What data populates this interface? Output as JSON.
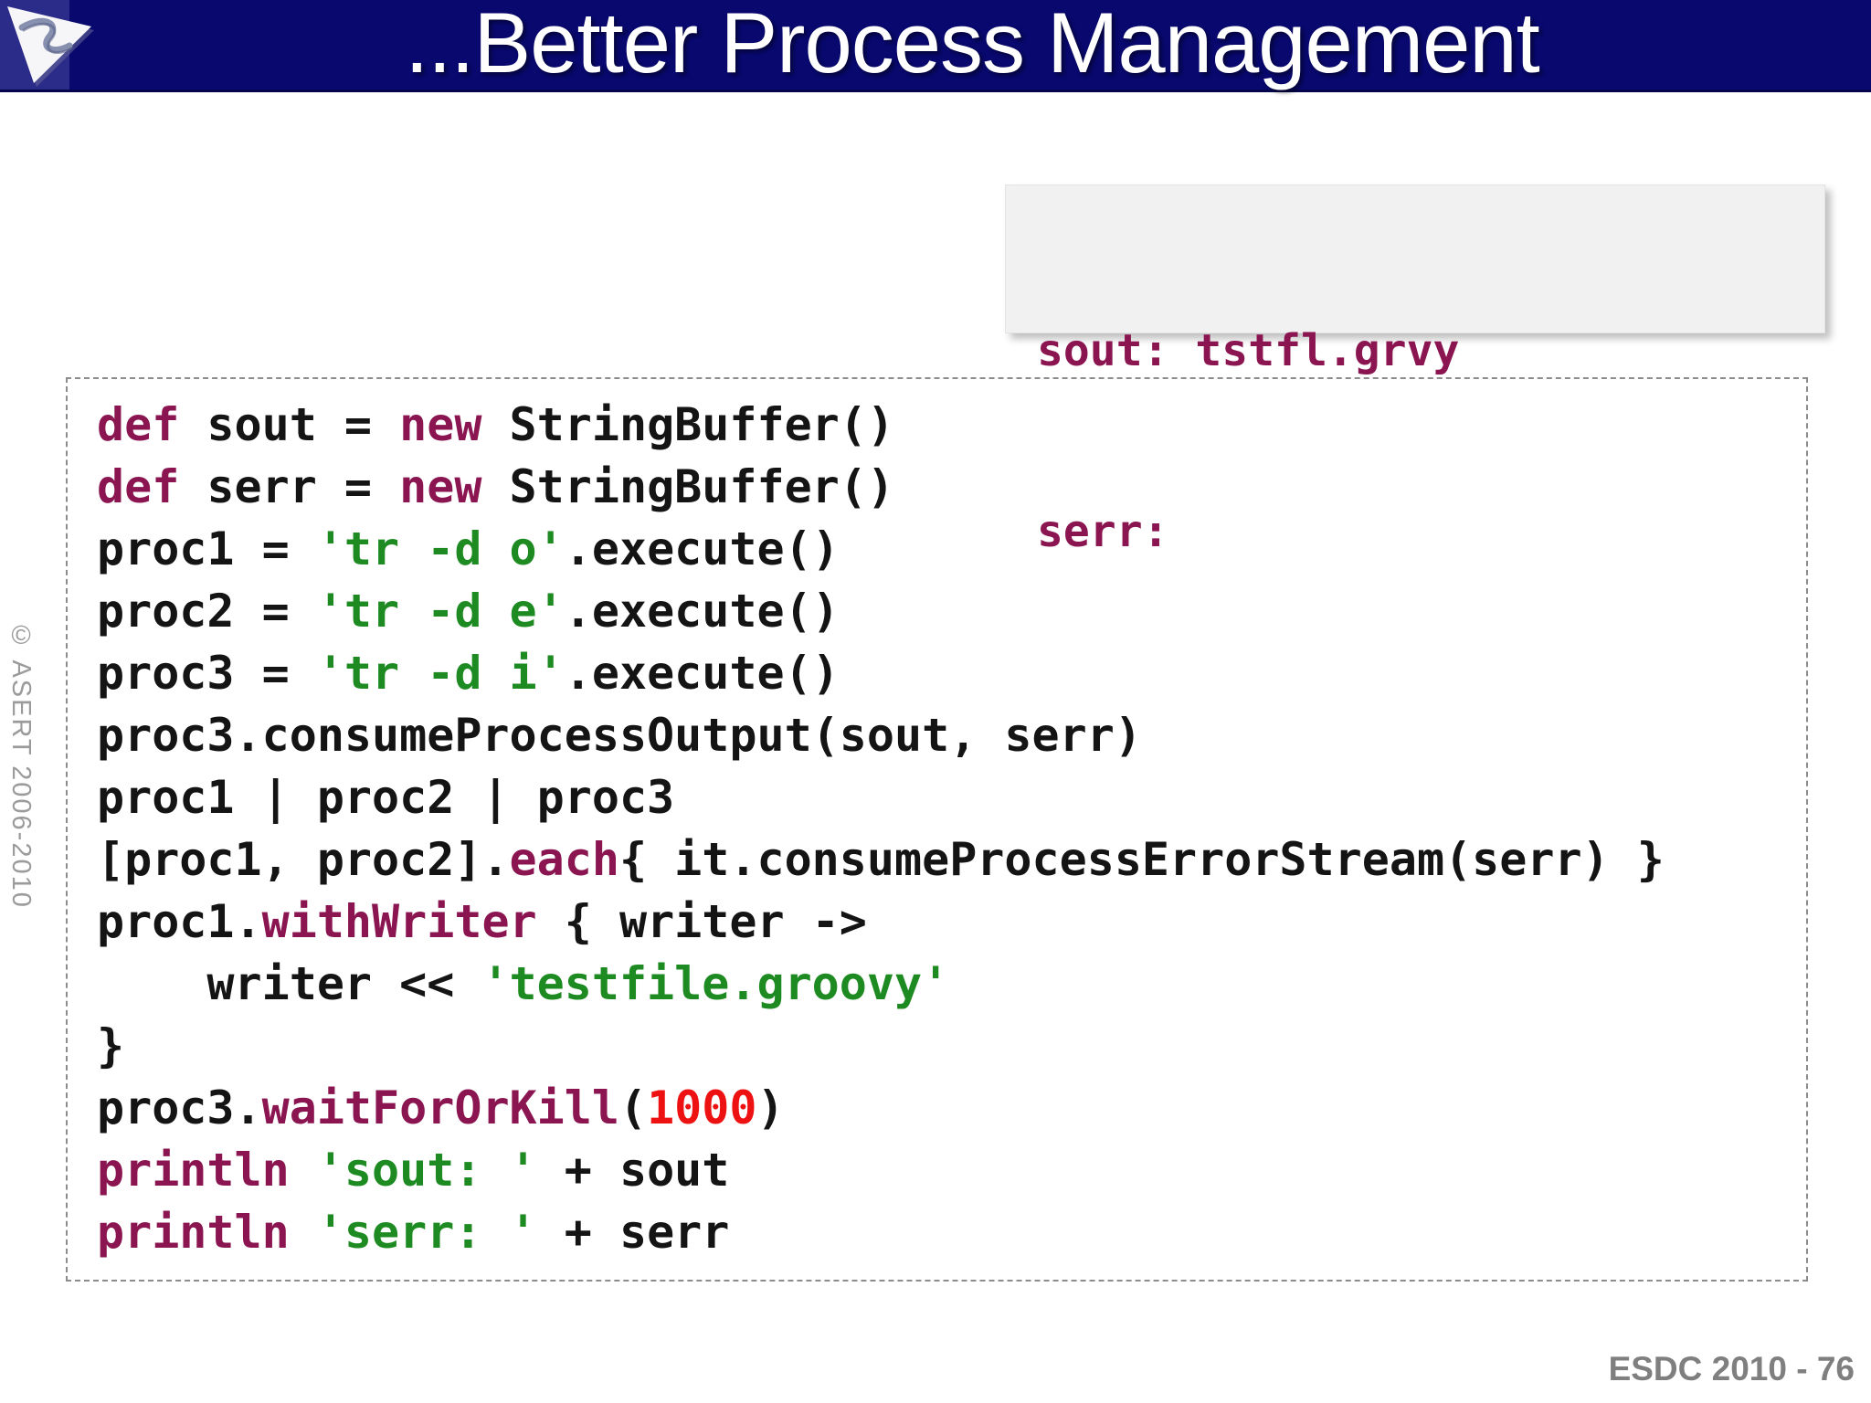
{
  "header": {
    "title": "...Better Process Management",
    "logo": "asert-logo"
  },
  "output_box": {
    "lines": [
      "sout: tstfl.grvy",
      "serr:"
    ]
  },
  "code": {
    "lines": [
      [
        [
          "kw",
          "def"
        ],
        [
          "pl",
          " sout = "
        ],
        [
          "kw",
          "new"
        ],
        [
          "pl",
          " StringBuffer()"
        ]
      ],
      [
        [
          "kw",
          "def"
        ],
        [
          "pl",
          " serr = "
        ],
        [
          "kw",
          "new"
        ],
        [
          "pl",
          " StringBuffer()"
        ]
      ],
      [
        [
          "pl",
          "proc1 = "
        ],
        [
          "str",
          "'tr -d o'"
        ],
        [
          "pl",
          ".execute()"
        ]
      ],
      [
        [
          "pl",
          "proc2 = "
        ],
        [
          "str",
          "'tr -d e'"
        ],
        [
          "pl",
          ".execute()"
        ]
      ],
      [
        [
          "pl",
          "proc3 = "
        ],
        [
          "str",
          "'tr -d i'"
        ],
        [
          "pl",
          ".execute()"
        ]
      ],
      [
        [
          "pl",
          "proc3.consumeProcessOutput(sout, serr)"
        ]
      ],
      [
        [
          "pl",
          "proc1 | proc2 | proc3"
        ]
      ],
      [
        [
          "pl",
          "[proc1, proc2]."
        ],
        [
          "kw",
          "each"
        ],
        [
          "pl",
          "{ it.consumeProcessErrorStream(serr) }"
        ]
      ],
      [
        [
          "pl",
          "proc1."
        ],
        [
          "kw",
          "withWriter"
        ],
        [
          "pl",
          " { writer ->"
        ]
      ],
      [
        [
          "pl",
          "    writer << "
        ],
        [
          "str",
          "'testfile.groovy'"
        ]
      ],
      [
        [
          "pl",
          "}"
        ]
      ],
      [
        [
          "pl",
          "proc3."
        ],
        [
          "kw",
          "waitForOrKill"
        ],
        [
          "pl",
          "("
        ],
        [
          "num",
          "1000"
        ],
        [
          "pl",
          ")"
        ]
      ],
      [
        [
          "kw",
          "println"
        ],
        [
          "pl",
          " "
        ],
        [
          "str",
          "'sout: '"
        ],
        [
          "pl",
          " + sout"
        ]
      ],
      [
        [
          "kw",
          "println"
        ],
        [
          "pl",
          " "
        ],
        [
          "str",
          "'serr: '"
        ],
        [
          "pl",
          " + serr"
        ]
      ]
    ]
  },
  "sidebar": {
    "copyright": "© ASERT 2006-2010"
  },
  "footer": {
    "page_label": "ESDC 2010 - 76"
  },
  "colors": {
    "header-bg": "#08086e",
    "logo-bg": "#2b2b8a",
    "keyword": "#8a1550",
    "string": "#1e8b22",
    "number": "#ee1111",
    "plain": "#141414",
    "output-text": "#8a1550"
  }
}
